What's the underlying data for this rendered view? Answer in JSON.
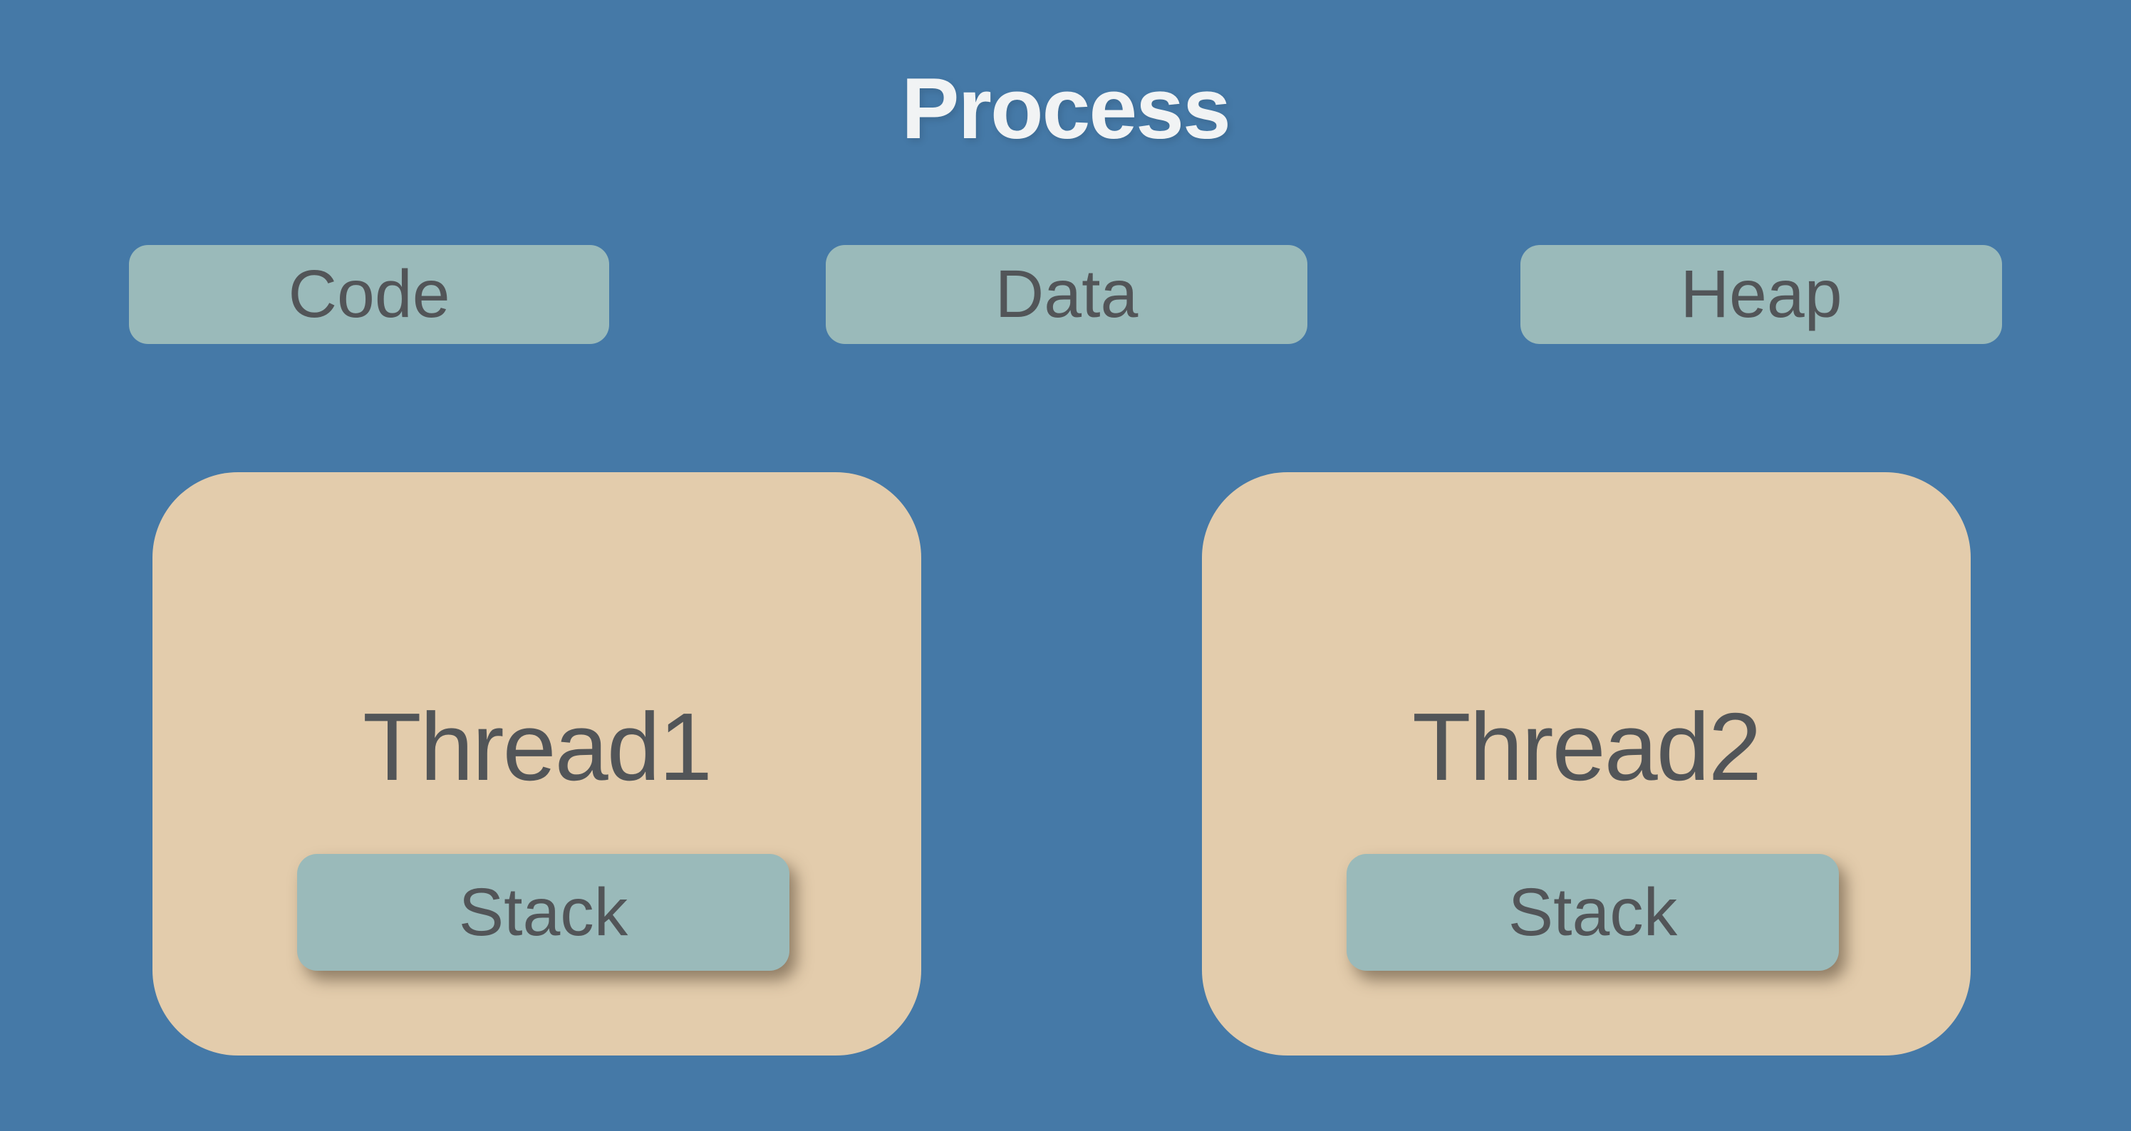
{
  "title": "Process",
  "segments": [
    {
      "id": "code",
      "label": "Code"
    },
    {
      "id": "data",
      "label": "Data"
    },
    {
      "id": "heap",
      "label": "Heap"
    }
  ],
  "threads": [
    {
      "label": "Thread1",
      "stack_label": "Stack"
    },
    {
      "label": "Thread2",
      "stack_label": "Stack"
    }
  ],
  "colors": {
    "background": "#4579A7",
    "segment_fill": "#9ABABA",
    "thread_fill": "#E3CCAC",
    "label_text": "#525558",
    "title_text": "#F1F3F4"
  }
}
